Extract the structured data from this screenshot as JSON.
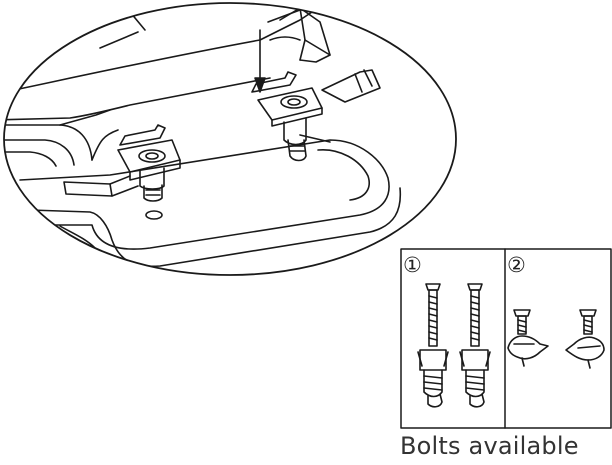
{
  "panels": [
    {
      "number": "①"
    },
    {
      "number": "②"
    }
  ],
  "caption": "Bolts available"
}
